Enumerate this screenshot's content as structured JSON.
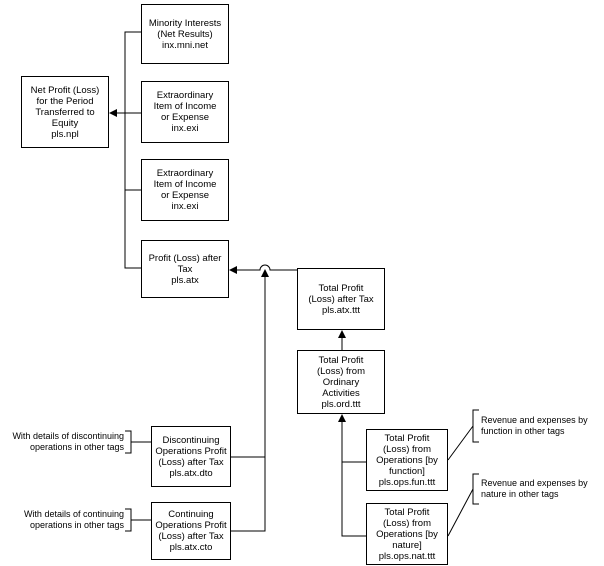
{
  "nodes": {
    "net_profit": [
      "Net Profit (Loss)",
      "for the Period",
      "Transferred to",
      "Equity",
      "pls.npl"
    ],
    "minority_interests": [
      "Minority Interests",
      "(Net Results)",
      "inx.mni.net"
    ],
    "extraordinary_1": [
      "Extraordinary",
      "Item of Income",
      "or Expense",
      "inx.exi"
    ],
    "extraordinary_2": [
      "Extraordinary",
      "Item of Income",
      "or Expense",
      "inx.exi"
    ],
    "profit_after_tax": [
      "Profit (Loss) after",
      "Tax",
      "pls.atx"
    ],
    "total_profit_after_tax": [
      "Total Profit",
      "(Loss) after Tax",
      "pls.atx.ttt"
    ],
    "total_profit_ordinary": [
      "Total Profit",
      "(Loss) from",
      "Ordinary",
      "Activities",
      "pls.ord.ttt"
    ],
    "total_ops_function": [
      "Total Profit",
      "(Loss) from",
      "Operations [by",
      "function]",
      "pls.ops.fun.ttt"
    ],
    "total_ops_nature": [
      "Total Profit",
      "(Loss) from",
      "Operations [by",
      "nature]",
      "pls.ops.nat.ttt"
    ],
    "discontinuing": [
      "Discontinuing",
      "Operations Profit",
      "(Loss) after Tax",
      "pls.atx.dto"
    ],
    "continuing": [
      "Continuing",
      "Operations Profit",
      "(Loss) after Tax",
      "pls.atx.cto"
    ]
  },
  "notes": {
    "discontinuing_note": [
      "With details of discontinuing",
      "operations in other tags"
    ],
    "continuing_note": [
      "With details of continuing",
      "operations in other tags"
    ],
    "function_note": [
      "Revenue and expenses by",
      "function in other tags"
    ],
    "nature_note": [
      "Revenue and expenses by",
      "nature in other tags"
    ]
  }
}
